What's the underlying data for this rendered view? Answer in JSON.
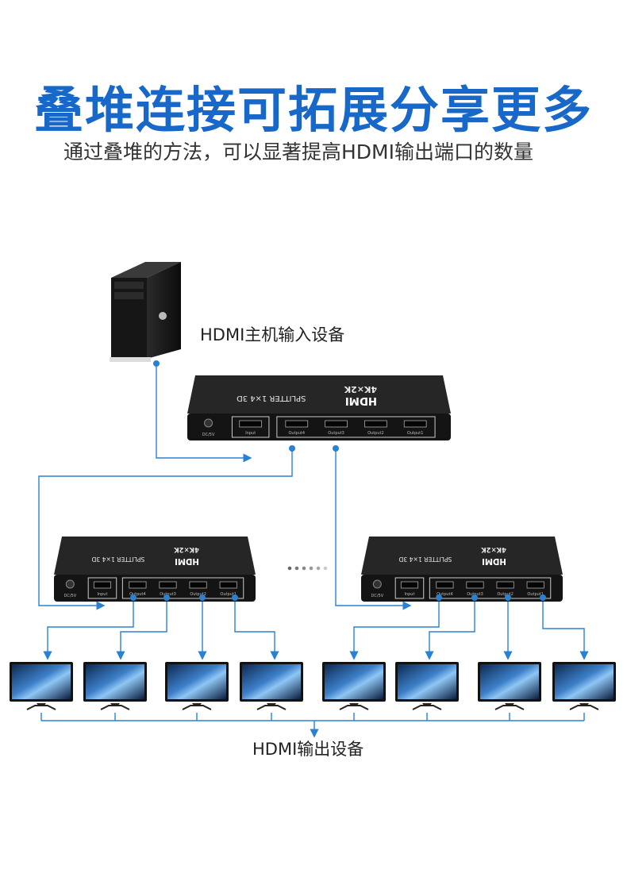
{
  "header": {
    "title": "叠堆连接可拓展分享更多",
    "subtitle": "通过叠堆的方法，可以显著提高HDMI输出端口的数量"
  },
  "source_label": "HDMI主机输入设备",
  "output_label": "HDMI输出设备",
  "splitter": {
    "line1": "4K×2K",
    "line2": "SPLITTER 1×4 3D",
    "brand": "HDMI",
    "power_port": "DC/5V",
    "input_port": "Input",
    "output_ports": [
      "Output4",
      "Output3",
      "Output2",
      "Output1"
    ]
  },
  "colors": {
    "accent": "#1768c8",
    "line": "#2a80d2",
    "device": "#1c1c1c"
  }
}
